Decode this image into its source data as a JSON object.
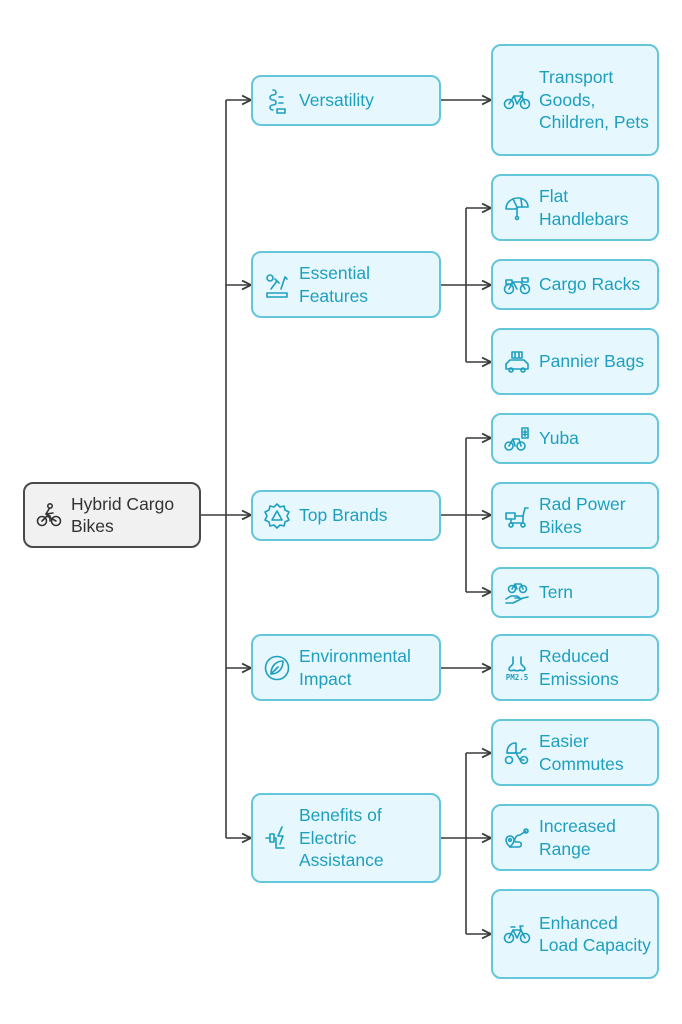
{
  "colors": {
    "node_border": "#63c6da",
    "node_fill": "#e6f8fd",
    "node_text": "#1e9fc0",
    "root_border": "#4a4a4a",
    "root_fill": "#f1f1f1",
    "root_text": "#333333",
    "connector": "#3a3a3a"
  },
  "root": {
    "label": "Hybrid Cargo Bikes",
    "icon": "cyclist-icon"
  },
  "categories": [
    {
      "label": "Versatility",
      "icon": "gear-chain-icon",
      "children": [
        {
          "label": "Transport Goods, Children, Pets",
          "icon": "bicycle-icon"
        }
      ]
    },
    {
      "label": "Essential Features",
      "icon": "tools-icon",
      "children": [
        {
          "label": "Flat Handlebars",
          "icon": "helmet-icon"
        },
        {
          "label": "Cargo Racks",
          "icon": "cargo-bike-icon"
        },
        {
          "label": "Pannier Bags",
          "icon": "car-luggage-icon"
        }
      ]
    },
    {
      "label": "Top Brands",
      "icon": "badge-icon",
      "children": [
        {
          "label": "Yuba",
          "icon": "bike-price-icon"
        },
        {
          "label": "Rad Power Bikes",
          "icon": "scooter-icon"
        },
        {
          "label": "Tern",
          "icon": "hand-bike-icon"
        }
      ]
    },
    {
      "label": "Environmental Impact",
      "icon": "leaf-icon",
      "children": [
        {
          "label": "Reduced Emissions",
          "icon": "pm25-icon"
        }
      ]
    },
    {
      "label": "Benefits of Electric Assistance",
      "icon": "electric-plug-icon",
      "children": [
        {
          "label": "Easier Commutes",
          "icon": "stroller-bike-icon"
        },
        {
          "label": "Increased Range",
          "icon": "route-pin-icon"
        },
        {
          "label": "Enhanced Load Capacity",
          "icon": "bike-icon"
        }
      ]
    }
  ]
}
